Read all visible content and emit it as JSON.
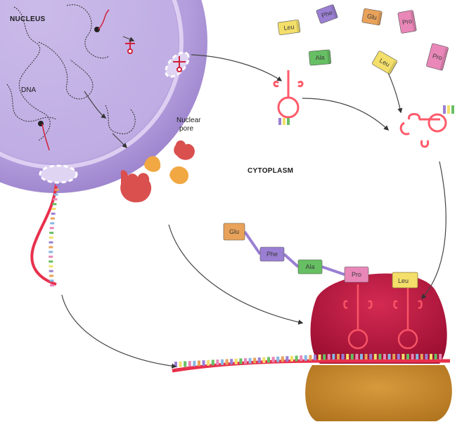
{
  "labels": {
    "nucleus": "NUCLEUS",
    "dna": "DNA",
    "nuclear_pore_1": "Nuclear",
    "nuclear_pore_2": "pore",
    "cytoplasm": "CYTOPLASM"
  },
  "free_amino_acids": [
    {
      "name": "Phe",
      "color": "#9a7fd3"
    },
    {
      "name": "Glu",
      "color": "#e8a25a"
    },
    {
      "name": "Pro",
      "color": "#e887b8"
    },
    {
      "name": "Leu",
      "color": "#f3df6a"
    },
    {
      "name": "Ala",
      "color": "#67bf63"
    },
    {
      "name": "Leu",
      "color": "#f3df6a"
    },
    {
      "name": "Pro",
      "color": "#e887b8"
    }
  ],
  "peptide_chain": [
    {
      "name": "Glu",
      "color": "#e8a25a"
    },
    {
      "name": "Phe",
      "color": "#9a7fd3"
    },
    {
      "name": "Ala",
      "color": "#67bf63"
    },
    {
      "name": "Pro",
      "color": "#e887b8"
    }
  ],
  "ribosome_trna": {
    "name": "Leu",
    "color": "#f3df6a"
  },
  "colors": {
    "nucleus": "#a88fce",
    "nucleus_inner": "#c8b6e6",
    "ribosome_large": "#b5153c",
    "ribosome_small": "#c8852a",
    "mrna": "#e8304c",
    "trna": "#ff5a6a",
    "enzyme_red": "#d9504f",
    "enzyme_orange": "#f1a742"
  }
}
